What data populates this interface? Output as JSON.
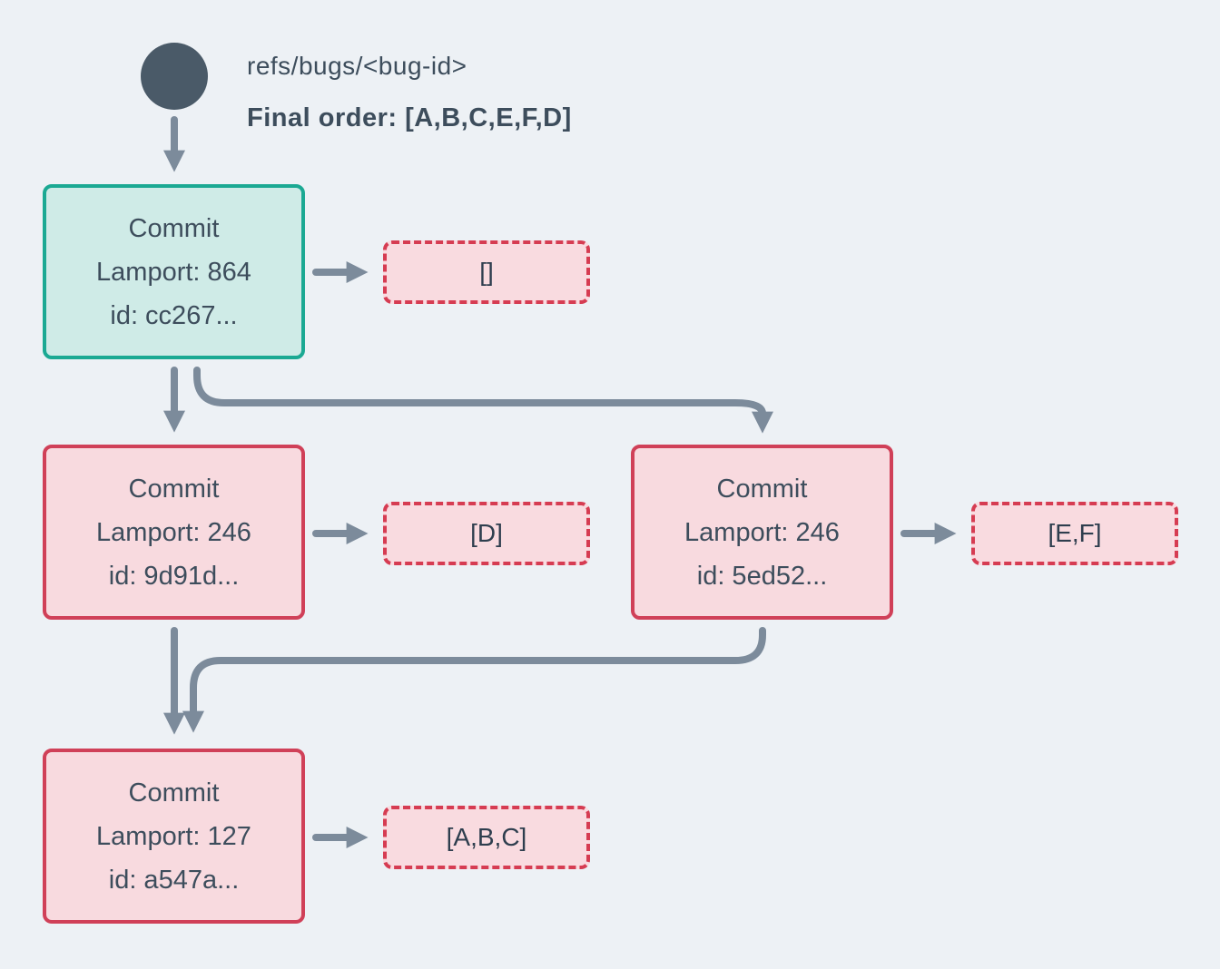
{
  "header": {
    "ref_label": "refs/bugs/<bug-id>",
    "final_order_label": "Final order: [A,B,C,E,F,D]"
  },
  "nodes": [
    {
      "title": "Commit",
      "lamport": "Lamport: 864",
      "id": "id: cc267...",
      "payload": "[]",
      "variant": "teal"
    },
    {
      "title": "Commit",
      "lamport": "Lamport: 246",
      "id": "id: 9d91d...",
      "payload": "[D]",
      "variant": "pink"
    },
    {
      "title": "Commit",
      "lamport": "Lamport: 246",
      "id": "id: 5ed52...",
      "payload": "[E,F]",
      "variant": "pink"
    },
    {
      "title": "Commit",
      "lamport": "Lamport: 127",
      "id": "id: a547a...",
      "payload": "[A,B,C]",
      "variant": "pink"
    }
  ],
  "colors": {
    "background": "#EDF1F5",
    "text": "#3D4D5C",
    "arrow": "#7C8B9B",
    "head_circle": "#4A5A68",
    "teal_border": "#1BA993",
    "teal_fill": "#CFEBE7",
    "pink_border": "#D04058",
    "pink_fill": "#F8DADF",
    "dashed_border": "#D63C52",
    "dashed_fill": "#F9DBE0"
  }
}
